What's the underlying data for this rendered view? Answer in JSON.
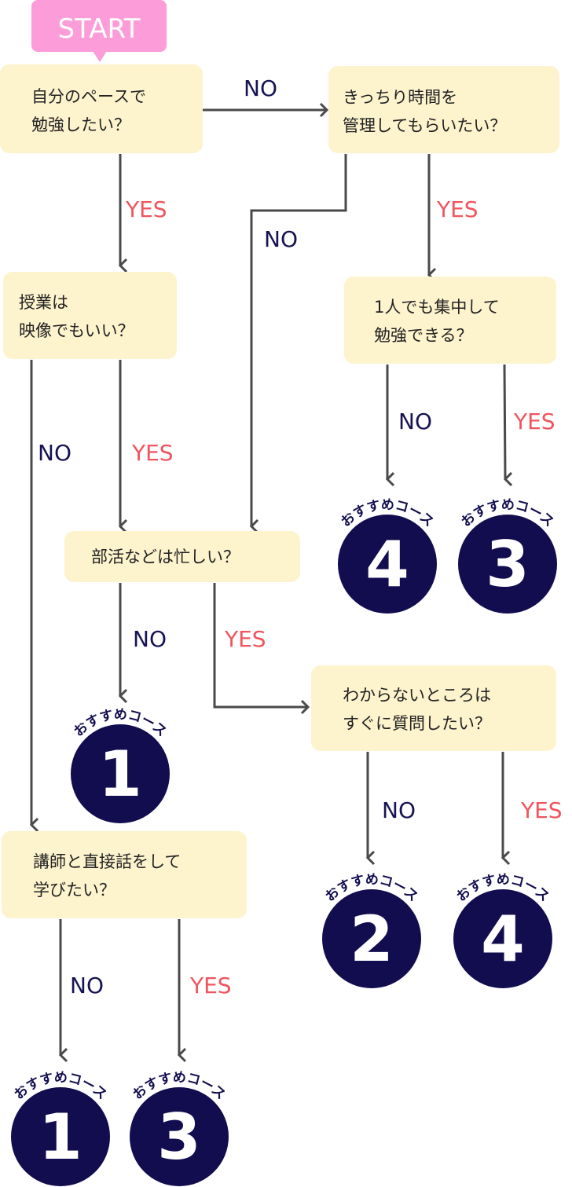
{
  "start": "START",
  "questions": {
    "q1": [
      "自分のペースで",
      "勉強したい？"
    ],
    "q2": [
      "きっちり時間を",
      "管理してもらいたい？"
    ],
    "q3": [
      "授業は",
      "映像でもいい？"
    ],
    "q4": [
      "1人でも集中して",
      "勉強できる？"
    ],
    "q5": [
      "部活などは忙しい？"
    ],
    "q6": [
      "わからないところは",
      "すぐに質問したい？"
    ],
    "q7": [
      "講師と直接話をして",
      "学びたい？"
    ]
  },
  "labels": {
    "yes": "YES",
    "no": "NO"
  },
  "result_caption": "おすすめコース",
  "results": [
    "4",
    "3",
    "1",
    "2",
    "4",
    "1",
    "3"
  ],
  "colors": {
    "start": "#fc9cd8",
    "box": "#fdf3cd",
    "navy": "#110d4f",
    "yes": "#f0545e"
  }
}
